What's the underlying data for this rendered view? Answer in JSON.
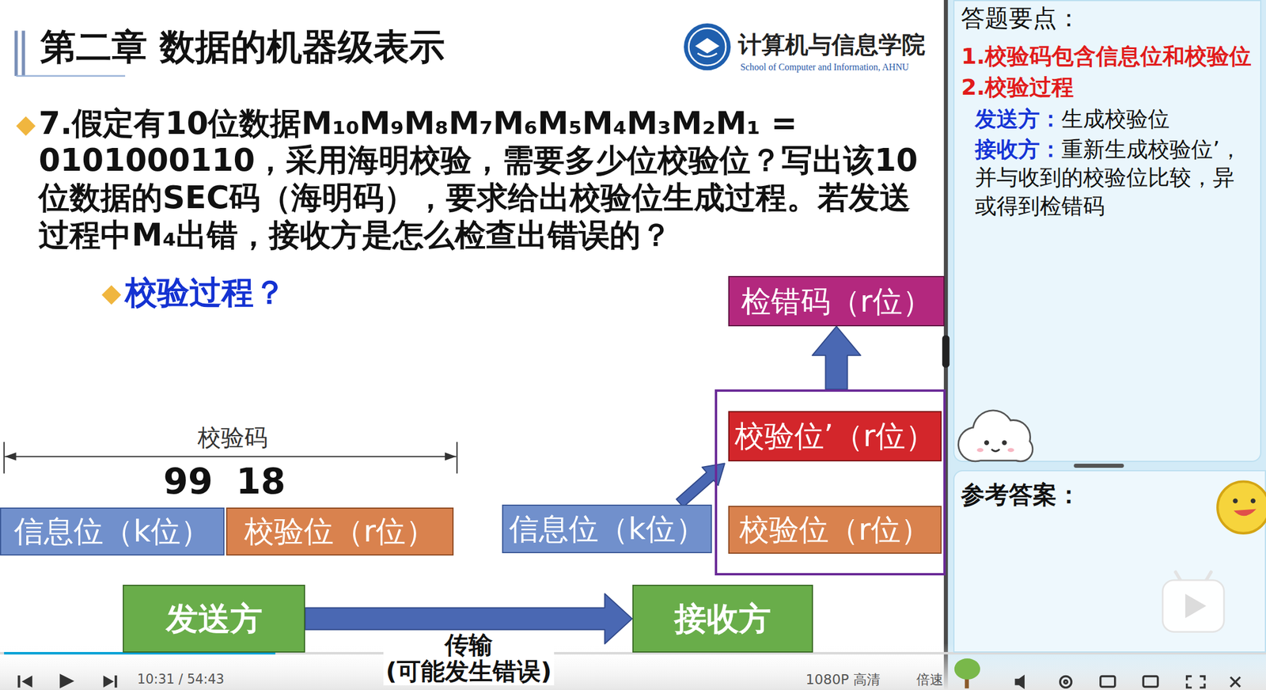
{
  "diagram": {
    "title": "第二章 数据的机器级表示",
    "nodes": [
      {
        "text": [
          "答题要点：",
          "1.校验码包含信息位和校验位",
          "2.校验过程",
          "发送方：",
          "生成校验位",
          "接收方：",
          "重新生成校验位’，并与收到的校验位比较，异或得到检错码"
        ]
      },
      {
        "text": [
          "参考答案："
        ]
      },
      {
        "text": [
          "检错码（r位）"
        ]
      },
      {
        "text": []
      },
      {
        "text": [
          "校验位’（r位）"
        ],
        "in": 3
      },
      {
        "text": [
          "校验位（r位）"
        ],
        "in": 3
      },
      {
        "text": [
          "信息位（k位）"
        ]
      },
      {
        "text": [
          "校验位（r位）"
        ]
      },
      {
        "text": [
          "信息位（k位）"
        ]
      },
      {
        "text": [
          "发送方"
        ]
      },
      {
        "text": [
          "接收方"
        ]
      }
    ],
    "edges": [
      {
        "from": 9,
        "to": 10,
        "arrow": "to",
        "label": "传输 (可能发生错误)"
      },
      {
        "from": 3,
        "to": 2,
        "arrow": "to"
      },
      {
        "from": 8,
        "to": 4,
        "arrow": "to"
      }
    ],
    "labels": [
      "7.假定有10位数据M₁₀M₉M₈M₇M₆M₅M₄M₃M₂M₁ = 0101000110，采用海明校验，需要多少位校验位？写出该10位数据的SEC码（海明码），要求给出校验位生成过程。若发送过程中M₄出错，接收方是怎么检查出错误的？",
      "校验过程？",
      "计算机与信息学院",
      "School of Computer and Information, AHNU",
      "校验码",
      "99",
      "18",
      "10:31 / 54:43",
      "1080P 高清",
      "倍速"
    ]
  }
}
